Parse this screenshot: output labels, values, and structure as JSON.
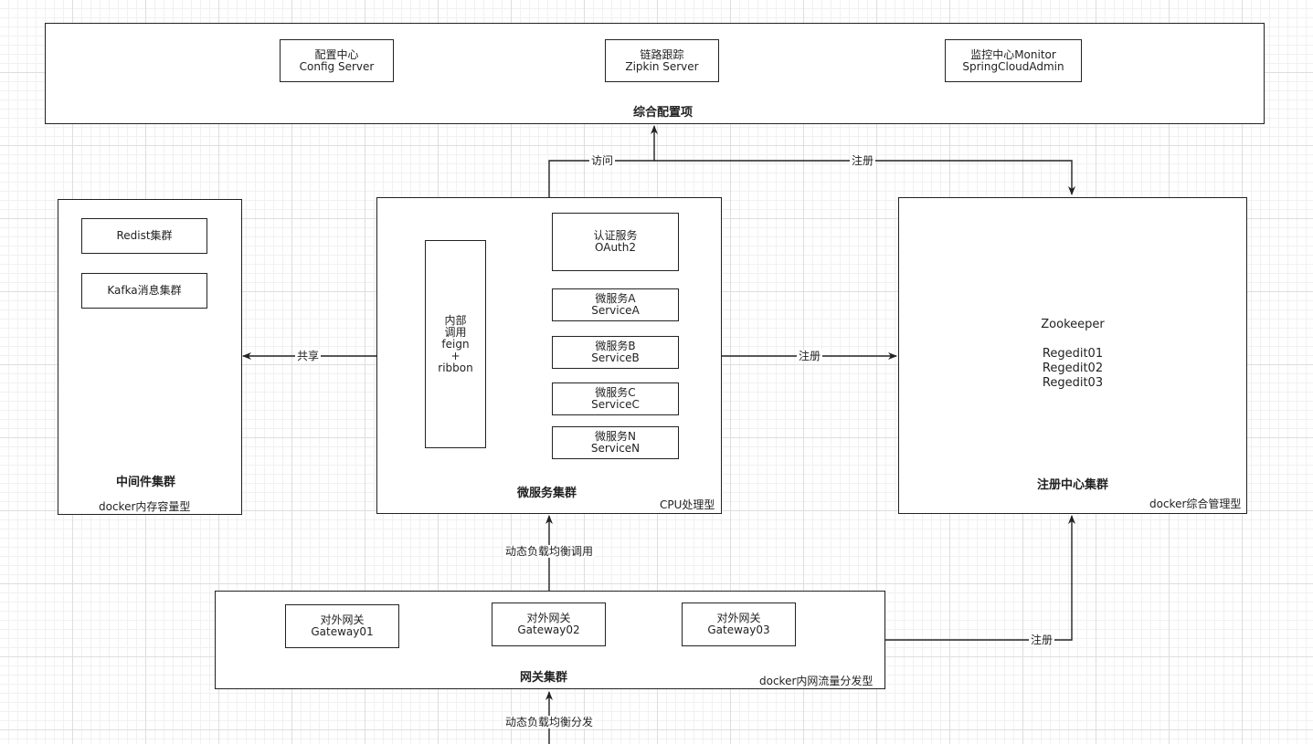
{
  "top_config": {
    "title": "综合配置项",
    "items": [
      {
        "line1": "配置中心",
        "line2": "Config Server"
      },
      {
        "line1": "链路跟踪",
        "line2": "Zipkin Server"
      },
      {
        "line1": "监控中心Monitor",
        "line2": "SpringCloudAdmin"
      }
    ]
  },
  "middleware": {
    "title": "中间件集群",
    "note": "docker内存容量型",
    "items": [
      "Redist集群",
      "Kafka消息集群"
    ]
  },
  "microservices": {
    "title": "微服务集群",
    "note": "CPU处理型",
    "internal_call": {
      "lines": [
        "内部",
        "调用",
        "feign",
        "+",
        "ribbon"
      ]
    },
    "services": [
      {
        "line1": "认证服务",
        "line2": "OAuth2"
      },
      {
        "line1": "微服务A",
        "line2": "ServiceA"
      },
      {
        "line1": "微服务B",
        "line2": "ServiceB"
      },
      {
        "line1": "微服务C",
        "line2": "ServiceC"
      },
      {
        "line1": "微服务N",
        "line2": "ServiceN"
      }
    ]
  },
  "registry": {
    "title": "注册中心集群",
    "note": "docker综合管理型",
    "name": "Zookeeper",
    "nodes": [
      "Regedit01",
      "Regedit02",
      "Regedit03"
    ]
  },
  "gateway": {
    "title": "网关集群",
    "note": "docker内网流量分发型",
    "items": [
      {
        "line1": "对外网关",
        "line2": "Gateway01"
      },
      {
        "line1": "对外网关",
        "line2": "Gateway02"
      },
      {
        "line1": "对外网关",
        "line2": "Gateway03"
      }
    ]
  },
  "edge_labels": {
    "visit": "访问",
    "register_top": "注册",
    "share": "共享",
    "register_mid": "注册",
    "lb_call": "动态负载均衡调用",
    "register_bottom": "注册",
    "lb_distribute": "动态负载均衡分发"
  }
}
